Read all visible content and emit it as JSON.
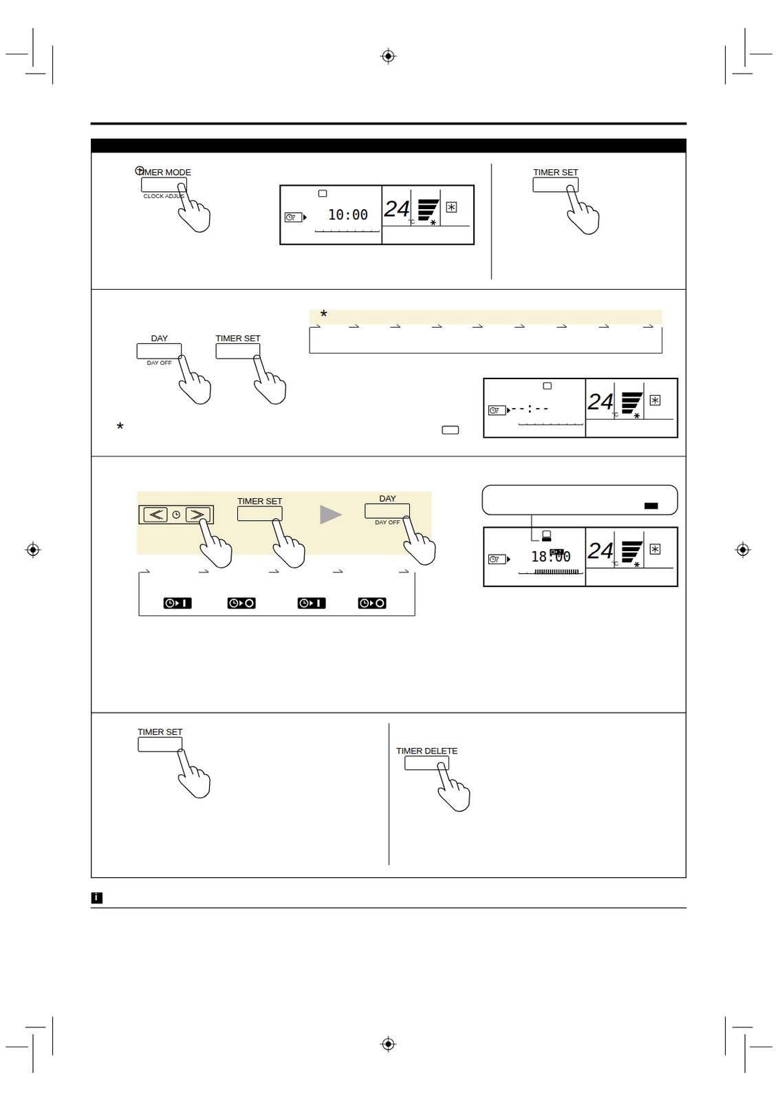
{
  "diagram": {
    "nodes": [
      {
        "text": [
          "TIMER MODE",
          "CLOCK ADJUS"
        ]
      },
      {
        "text": [
          "TIMER SET"
        ]
      },
      {
        "text": [
          "DAY",
          "DAY OFF"
        ]
      },
      {
        "text": [
          "TIMER SET"
        ]
      },
      {
        "text": [
          "TIMER SET"
        ]
      },
      {
        "text": [
          "DAY",
          "DAY OFF"
        ]
      },
      {
        "text": [
          "TIMER SET"
        ]
      },
      {
        "text": [
          "TIMER DELETE"
        ]
      }
    ],
    "labels": [
      "7",
      "10:00",
      "24",
      "°C",
      "*",
      "7",
      "--:--",
      "24",
      "°C",
      "*",
      "7",
      "18:00",
      "24",
      "°C",
      "i"
    ]
  }
}
